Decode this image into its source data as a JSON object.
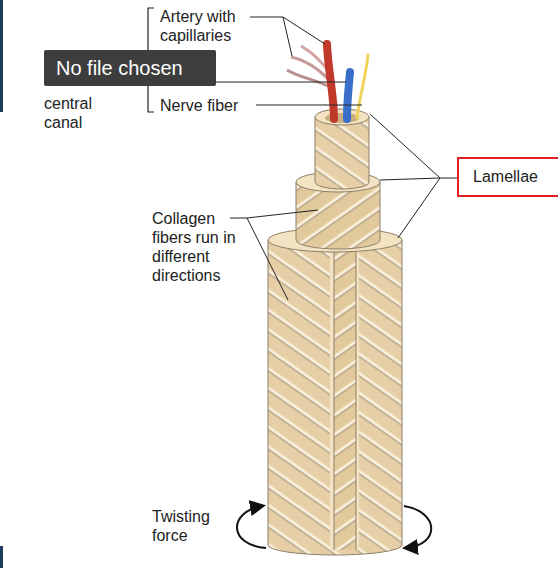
{
  "diagram": {
    "nodes": [
      {
        "text": [
          "No file chosen"
        ]
      },
      {
        "text": [
          "Lamellae"
        ]
      }
    ],
    "labels": [
      "Artery with capillaries",
      "central canal",
      "Nerve fiber",
      "Collagen fibers run in different directions",
      "Twisting force"
    ]
  }
}
